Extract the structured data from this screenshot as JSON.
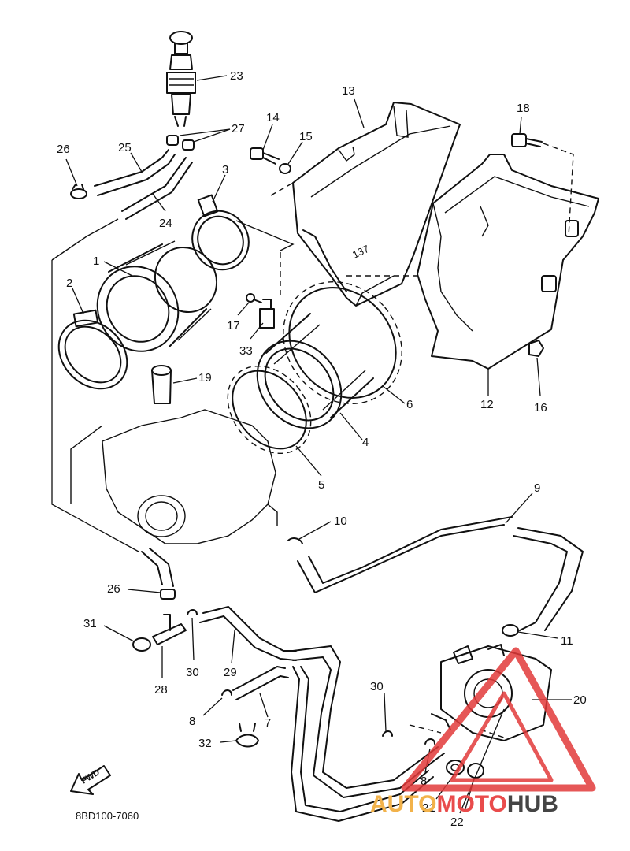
{
  "diagram": {
    "drawing_code": "8BD100-7060",
    "fwd_label": "FWD",
    "callouts": [
      "1",
      "2",
      "3",
      "4",
      "5",
      "6",
      "7",
      "8",
      "8",
      "9",
      "10",
      "11",
      "12",
      "13",
      "14",
      "15",
      "16",
      "17",
      "18",
      "19",
      "20",
      "21",
      "22",
      "23",
      "24",
      "25",
      "26",
      "26",
      "27",
      "28",
      "29",
      "30",
      "30",
      "31",
      "32",
      "33"
    ]
  },
  "watermark": {
    "part1": "AUTO",
    "part2": "MOTO",
    "part3": "HUB",
    "colors": {
      "auto": "#f2b24a",
      "moto": "#e94b4b",
      "hub": "#444444",
      "triangle": "#e23a3a"
    }
  }
}
